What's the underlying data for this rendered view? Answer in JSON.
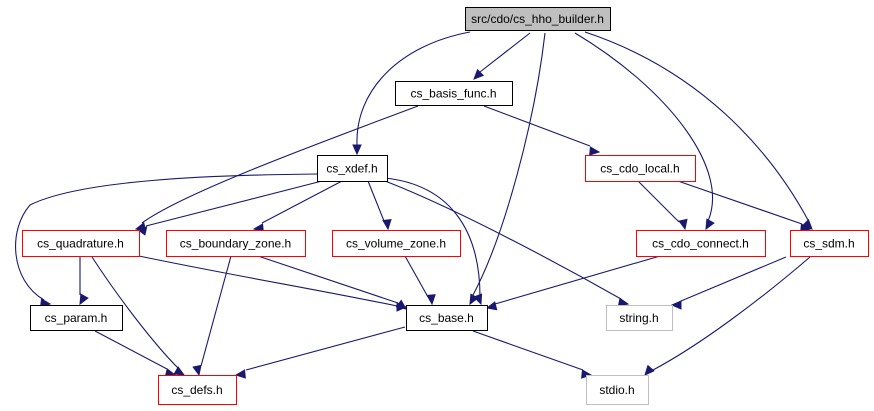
{
  "graph": {
    "title": "src/cdo/cs_hho_builder.h",
    "colors": {
      "edge": "#191970",
      "root_fill": "#bfbfbf",
      "root_border": "#000000",
      "doc_border": "#000000",
      "nodoc_border": "#ff0000",
      "system_border": "#bfbfbf",
      "text": "#000000"
    },
    "nodes": [
      {
        "id": "hho_builder",
        "label": "src/cdo/cs_hho_builder.h",
        "kind": "root"
      },
      {
        "id": "basis_func",
        "label": "cs_basis_func.h",
        "kind": "documented"
      },
      {
        "id": "xdef",
        "label": "cs_xdef.h",
        "kind": "documented"
      },
      {
        "id": "cdo_local",
        "label": "cs_cdo_local.h",
        "kind": "undocumented"
      },
      {
        "id": "quadrature",
        "label": "cs_quadrature.h",
        "kind": "undocumented"
      },
      {
        "id": "boundary_zone",
        "label": "cs_boundary_zone.h",
        "kind": "undocumented"
      },
      {
        "id": "volume_zone",
        "label": "cs_volume_zone.h",
        "kind": "undocumented"
      },
      {
        "id": "cdo_connect",
        "label": "cs_cdo_connect.h",
        "kind": "undocumented"
      },
      {
        "id": "sdm",
        "label": "cs_sdm.h",
        "kind": "undocumented"
      },
      {
        "id": "param",
        "label": "cs_param.h",
        "kind": "documented"
      },
      {
        "id": "base",
        "label": "cs_base.h",
        "kind": "documented"
      },
      {
        "id": "string",
        "label": "string.h",
        "kind": "system"
      },
      {
        "id": "defs",
        "label": "cs_defs.h",
        "kind": "undocumented"
      },
      {
        "id": "stdio",
        "label": "stdio.h",
        "kind": "system"
      }
    ],
    "edges": [
      {
        "from": "hho_builder",
        "to": "basis_func"
      },
      {
        "from": "hho_builder",
        "to": "xdef"
      },
      {
        "from": "hho_builder",
        "to": "base"
      },
      {
        "from": "hho_builder",
        "to": "cdo_connect"
      },
      {
        "from": "hho_builder",
        "to": "sdm"
      },
      {
        "from": "basis_func",
        "to": "quadrature"
      },
      {
        "from": "basis_func",
        "to": "cdo_local"
      },
      {
        "from": "xdef",
        "to": "param"
      },
      {
        "from": "xdef",
        "to": "quadrature"
      },
      {
        "from": "xdef",
        "to": "boundary_zone"
      },
      {
        "from": "xdef",
        "to": "volume_zone"
      },
      {
        "from": "xdef",
        "to": "base"
      },
      {
        "from": "xdef",
        "to": "string"
      },
      {
        "from": "cdo_local",
        "to": "cdo_connect"
      },
      {
        "from": "cdo_local",
        "to": "sdm"
      },
      {
        "from": "quadrature",
        "to": "param"
      },
      {
        "from": "quadrature",
        "to": "defs"
      },
      {
        "from": "quadrature",
        "to": "base"
      },
      {
        "from": "boundary_zone",
        "to": "base"
      },
      {
        "from": "boundary_zone",
        "to": "defs"
      },
      {
        "from": "volume_zone",
        "to": "base"
      },
      {
        "from": "cdo_connect",
        "to": "base"
      },
      {
        "from": "sdm",
        "to": "string"
      },
      {
        "from": "sdm",
        "to": "stdio"
      },
      {
        "from": "param",
        "to": "defs"
      },
      {
        "from": "base",
        "to": "defs"
      },
      {
        "from": "base",
        "to": "stdio"
      }
    ]
  }
}
